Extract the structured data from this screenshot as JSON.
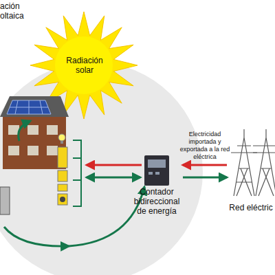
{
  "diagram": {
    "nodes": [
      {
        "text": [
          "ación oltaica"
        ]
      },
      {
        "text": [
          "Radiación solar"
        ]
      },
      {
        "text": [
          "Contador bidireccional de energía"
        ]
      },
      {
        "text": [
          "Red eléctric"
        ]
      }
    ],
    "edges": [
      {
        "from": 3,
        "to": 2,
        "arrow": "to",
        "label": "Electricidad importada y exportada a la red eléctrica"
      },
      {
        "from": 2,
        "to": 3,
        "arrow": "to"
      }
    ]
  }
}
